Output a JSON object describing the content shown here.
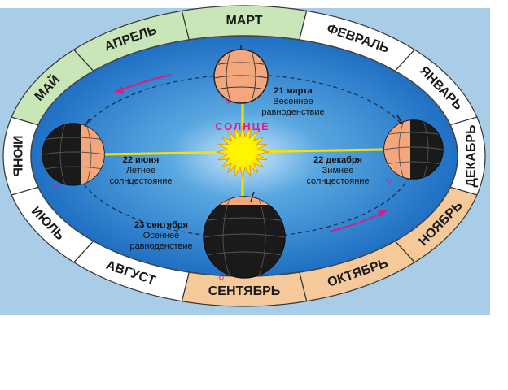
{
  "colors": {
    "background_panel": "#a9cde6",
    "ring_default": "#ffffff",
    "ring_spring": "#c8e6b8",
    "ring_autumn": "#f5c99a",
    "orbit_inner": "#1f73c9",
    "orbit_outer": "#5aa8e0",
    "sun": "#ffee00",
    "sun_label": "#e0208a",
    "planet_day": "#f4a77c",
    "planet_night": "#1a1a1a"
  },
  "months": [
    {
      "label": "МАРТ",
      "season": "spring"
    },
    {
      "label": "ФЕВРАЛЬ",
      "season": "winter"
    },
    {
      "label": "ЯНВАРЬ",
      "season": "winter"
    },
    {
      "label": "ДЕКАБРЬ",
      "season": "winter"
    },
    {
      "label": "НОЯБРЬ",
      "season": "autumn"
    },
    {
      "label": "ОКТЯБРЬ",
      "season": "autumn"
    },
    {
      "label": "СЕНТЯБРЬ",
      "season": "autumn"
    },
    {
      "label": "АВГУСТ",
      "season": "summer"
    },
    {
      "label": "ИЮЛЬ",
      "season": "summer"
    },
    {
      "label": "ИЮНЬ",
      "season": "summer"
    },
    {
      "label": "МАЙ",
      "season": "spring"
    },
    {
      "label": "АПРЕЛЬ",
      "season": "spring"
    }
  ],
  "sun": {
    "label": "СОЛНЦЕ",
    "icon": "sun-icon"
  },
  "positions": {
    "spring": {
      "date": "21 марта",
      "line1": "Весеннее",
      "line2": "равноденствие"
    },
    "summer": {
      "date": "22 июня",
      "line1": "Летнее",
      "line2": "солнцестояние"
    },
    "autumn": {
      "date": "23 сентября",
      "line1": "Осеннее",
      "line2": "равноденствие"
    },
    "winter": {
      "date": "22 декабря",
      "line1": "Зимнее",
      "line2": "солнцестояние"
    }
  }
}
